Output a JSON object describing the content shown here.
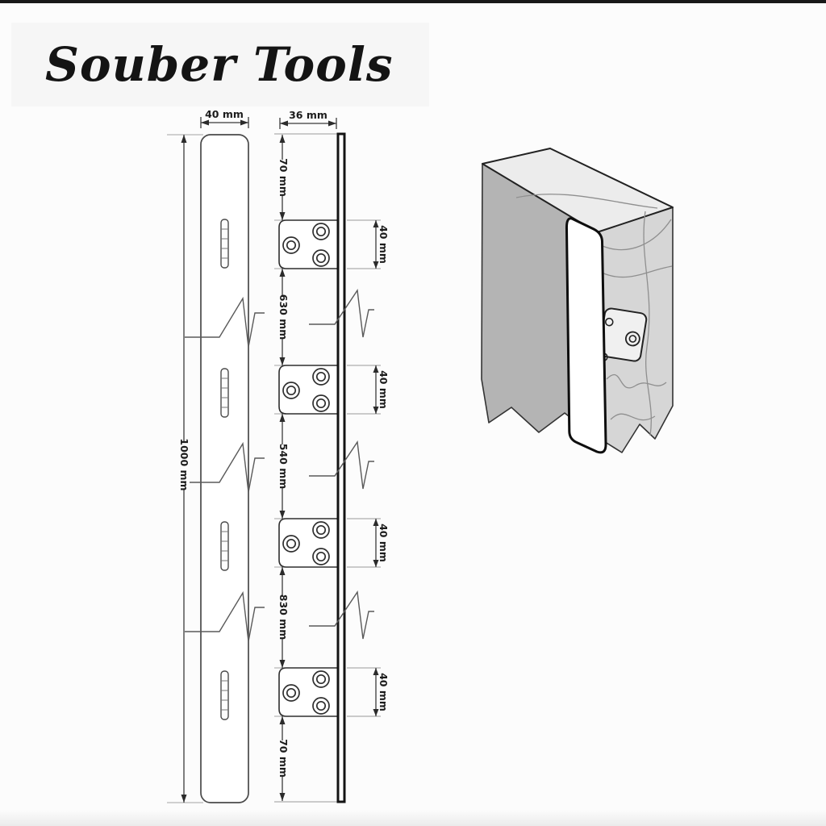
{
  "page": {
    "background": "#fcfcfc",
    "top_rule_color": "#181818",
    "line_color": "#3c3c3c"
  },
  "logo": {
    "text": "Souber Tools"
  },
  "front_view": {
    "width_label": "40 mm",
    "length_label": "1000 mm",
    "slot_count": 4,
    "break_count": 3
  },
  "side_view": {
    "width_label": "36 mm",
    "segment_labels": [
      "70 mm",
      "630 mm",
      "540 mm",
      "830 mm",
      "70 mm"
    ],
    "plate_labels": [
      "40 mm",
      "40 mm",
      "40 mm",
      "40 mm"
    ],
    "plate_count": 4,
    "screws_per_plate": 3
  },
  "illustration": {
    "subject": "strip fitted to wooden door edge with keep plate"
  }
}
